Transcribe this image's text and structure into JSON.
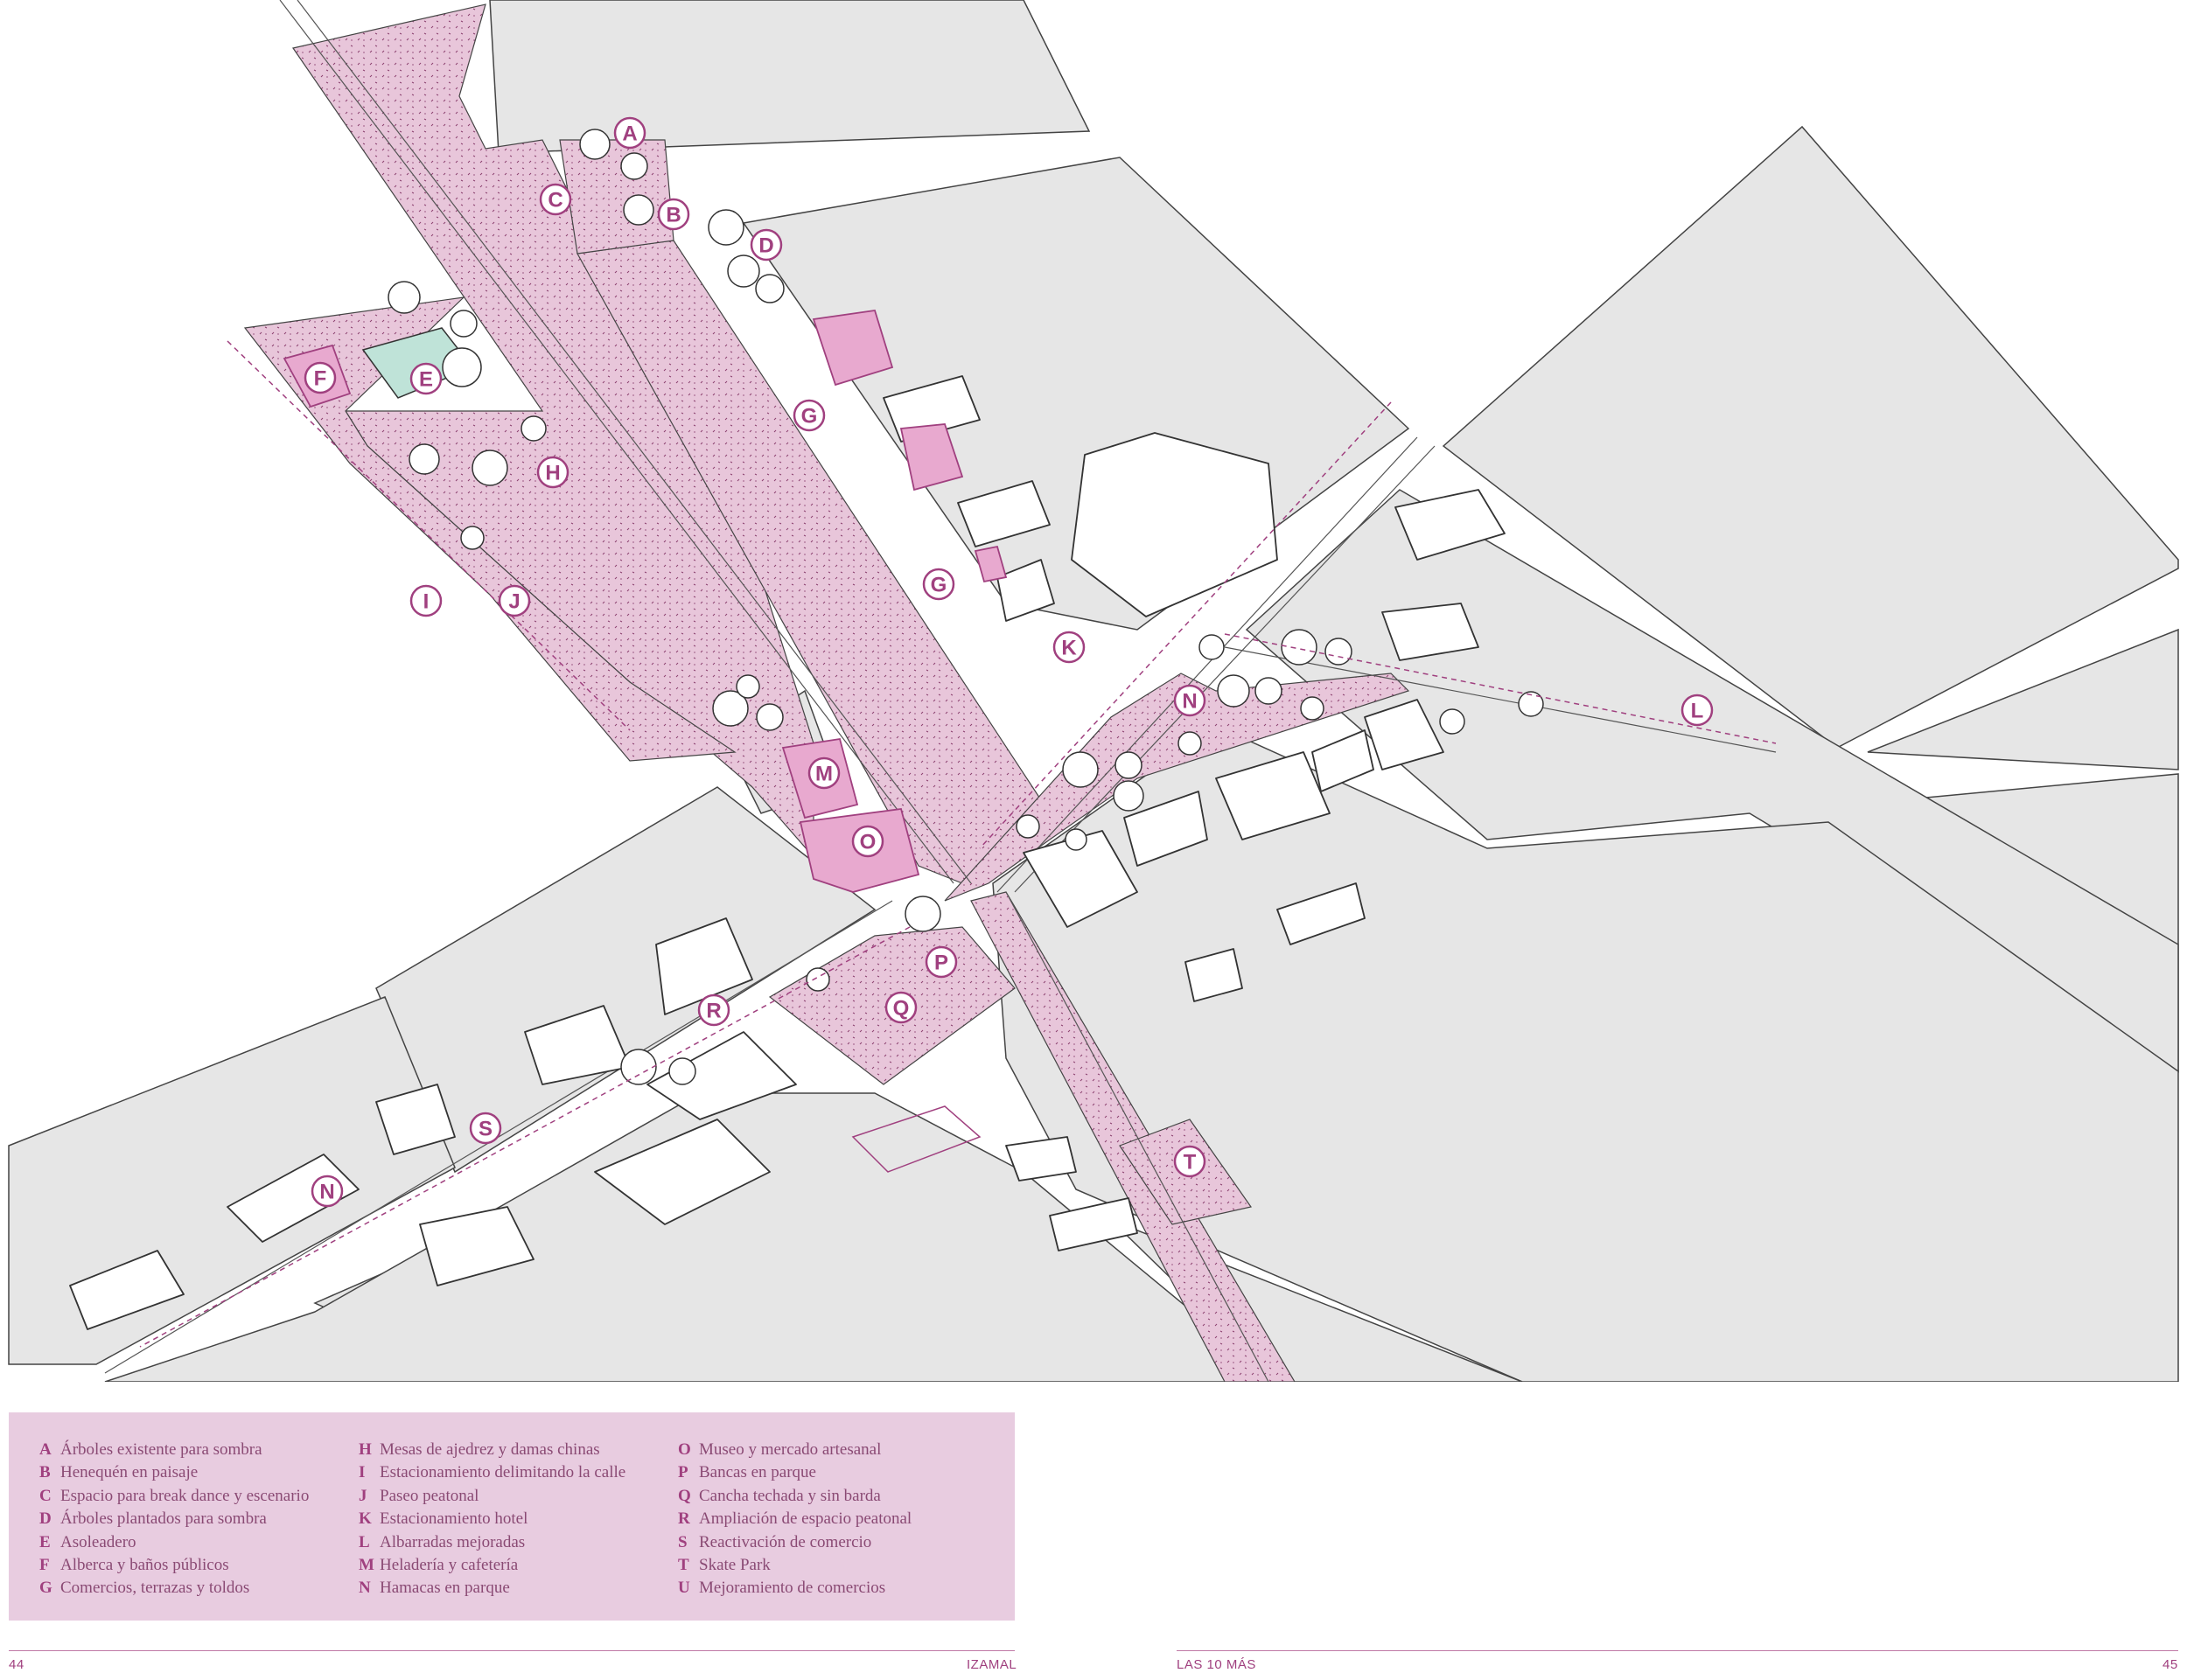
{
  "map_labels": [
    {
      "letter": "A",
      "kind": "map-label"
    },
    {
      "letter": "B",
      "kind": "map-label"
    },
    {
      "letter": "C",
      "kind": "map-label"
    },
    {
      "letter": "D",
      "kind": "map-label"
    },
    {
      "letter": "E",
      "kind": "map-label"
    },
    {
      "letter": "F",
      "kind": "map-label"
    },
    {
      "letter": "G",
      "kind": "map-label"
    },
    {
      "letter": "G",
      "kind": "map-label"
    },
    {
      "letter": "H",
      "kind": "map-label"
    },
    {
      "letter": "I",
      "kind": "map-label"
    },
    {
      "letter": "J",
      "kind": "map-label"
    },
    {
      "letter": "K",
      "kind": "map-label"
    },
    {
      "letter": "L",
      "kind": "map-label"
    },
    {
      "letter": "M",
      "kind": "map-label"
    },
    {
      "letter": "N",
      "kind": "map-label"
    },
    {
      "letter": "N",
      "kind": "map-label"
    },
    {
      "letter": "O",
      "kind": "map-label"
    },
    {
      "letter": "P",
      "kind": "map-label"
    },
    {
      "letter": "Q",
      "kind": "map-label"
    },
    {
      "letter": "R",
      "kind": "map-label"
    },
    {
      "letter": "S",
      "kind": "map-label"
    },
    {
      "letter": "T",
      "kind": "map-label"
    }
  ],
  "legend": {
    "col1": [
      {
        "key": "A",
        "text": "Árboles existente para sombra"
      },
      {
        "key": "B",
        "text": "Henequén en paisaje"
      },
      {
        "key": "C",
        "text": "Espacio para break dance y escenario"
      },
      {
        "key": "D",
        "text": "Árboles plantados para sombra"
      },
      {
        "key": "E",
        "text": "Asoleadero"
      },
      {
        "key": "F",
        "text": "Alberca y baños públicos"
      },
      {
        "key": "G",
        "text": "Comercios, terrazas y toldos"
      }
    ],
    "col2": [
      {
        "key": "H",
        "text": "Mesas de ajedrez y damas chinas"
      },
      {
        "key": "I",
        "text": "Estacionamiento delimitando la calle"
      },
      {
        "key": "J",
        "text": "Paseo peatonal"
      },
      {
        "key": "K",
        "text": "Estacionamiento hotel"
      },
      {
        "key": "L",
        "text": "Albarradas mejoradas"
      },
      {
        "key": "M",
        "text": "Heladería y cafetería"
      },
      {
        "key": "N",
        "text": "Hamacas en parque"
      }
    ],
    "col3": [
      {
        "key": "O",
        "text": "Museo y mercado artesanal"
      },
      {
        "key": "P",
        "text": "Bancas en parque"
      },
      {
        "key": "Q",
        "text": "Cancha techada y sin barda"
      },
      {
        "key": "R",
        "text": "Ampliación de espacio peatonal"
      },
      {
        "key": "S",
        "text": "Reactivación de comercio"
      },
      {
        "key": "T",
        "text": "Skate Park"
      },
      {
        "key": "U",
        "text": "Mejoramiento de comercios"
      }
    ]
  },
  "footer": {
    "left_page": "44",
    "left_title": "IZAMAL",
    "right_title": "LAS 10 MÁS",
    "right_page": "45"
  },
  "colors": {
    "accent": "#a0407f",
    "pink_fill": "#e8c6da",
    "block_gray": "#e6e6e6",
    "pool": "#bfe3d8"
  }
}
